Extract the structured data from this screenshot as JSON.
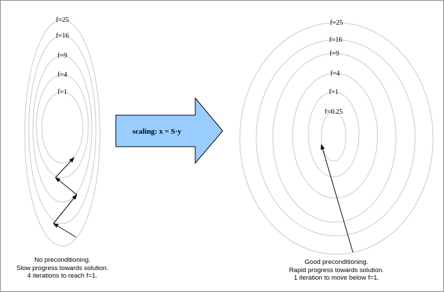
{
  "left": {
    "contours": [
      {
        "label": "f=25"
      },
      {
        "label": "f=16"
      },
      {
        "label": "f=9"
      },
      {
        "label": "f=4"
      },
      {
        "label": "f=1"
      }
    ],
    "caption": [
      "No preconditioning.",
      "Slow progress towards solution.",
      "4 iterations to reach f=1."
    ]
  },
  "right": {
    "contours": [
      {
        "label": "f=25"
      },
      {
        "label": "f=16"
      },
      {
        "label": "f=9"
      },
      {
        "label": "f=4"
      },
      {
        "label": "f=1"
      },
      {
        "label": "f=0.25"
      }
    ],
    "caption": [
      "Good preconditioning.",
      "Rapid progress towards solution.",
      "1 iteration to move below f=1."
    ]
  },
  "transform_arrow": {
    "label": "scaling: x = S·y",
    "color": "#99ccff"
  },
  "colors": {
    "contour": "#c8c8c8",
    "step": "#000000"
  }
}
